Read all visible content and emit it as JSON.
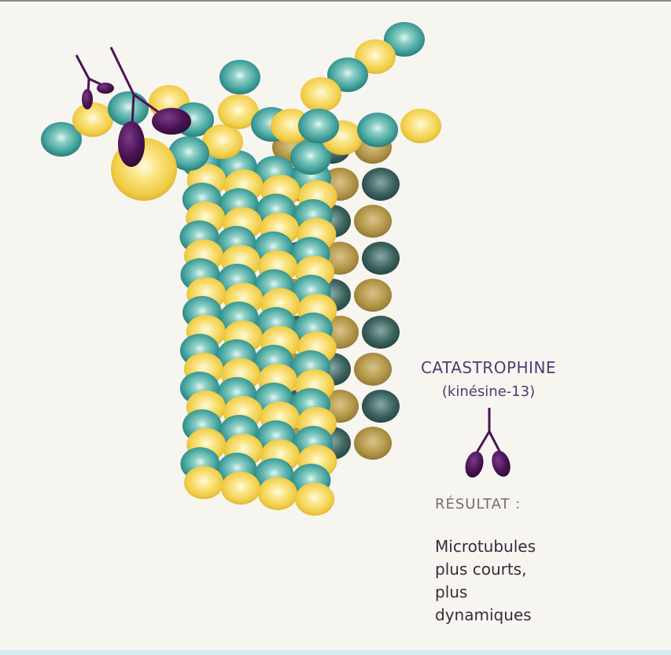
{
  "legend": {
    "title": "CATASTROPHINE",
    "subtitle": "(kinésine-13)",
    "result_label": "RÉSULTAT :",
    "result_lines": [
      "Microtubules",
      "plus courts,",
      "plus",
      "dynamiques"
    ]
  },
  "colors": {
    "background": "#f7f5f0",
    "tubulin_alpha": "#3f9f9a",
    "tubulin_beta": "#f3d35a",
    "kinesin": "#4a1455",
    "text_primary": "#4b3c72"
  },
  "icons": [
    "microtubule-illustration",
    "kinesin-13-motor-icon"
  ]
}
